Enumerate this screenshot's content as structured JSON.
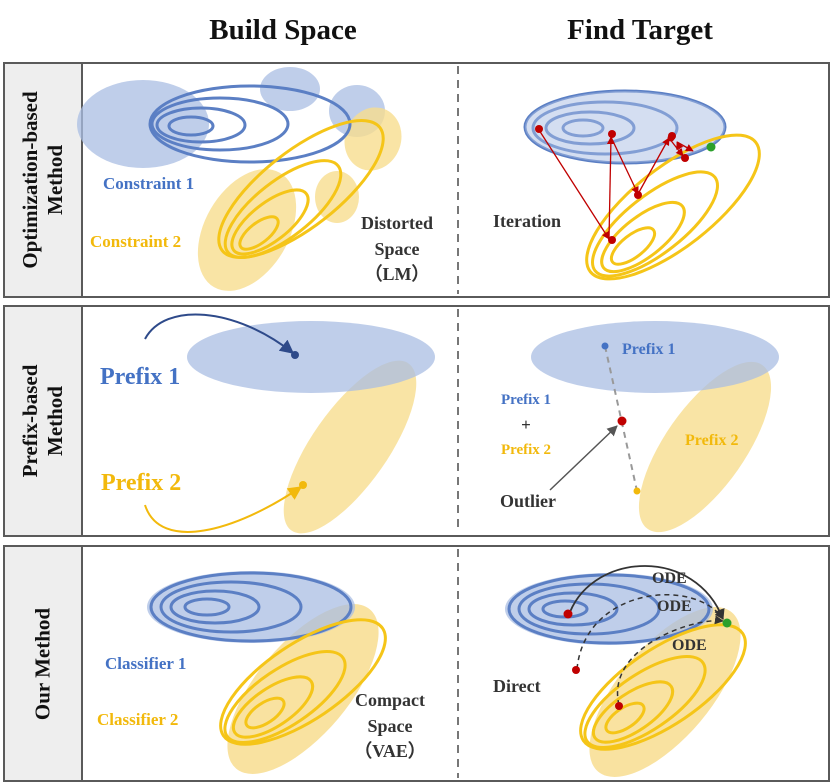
{
  "headers": {
    "build": "Build Space",
    "find": "Find Target"
  },
  "rows": [
    {
      "label_line1": "Optimization-based",
      "label_line2": "Method",
      "build": {
        "constraint1": "Constraint 1",
        "constraint2": "Constraint 2",
        "space_line1": "Distorted",
        "space_line2": "Space",
        "space_line3": "（LM）"
      },
      "find": {
        "iteration": "Iteration"
      }
    },
    {
      "label_line1": "Prefix-based",
      "label_line2": "Method",
      "build": {
        "prefix1": "Prefix 1",
        "prefix2": "Prefix 2"
      },
      "find": {
        "prefix1": "Prefix 1",
        "prefix2": "Prefix 2",
        "mix_line1": "Prefix  1",
        "mix_plus": "+",
        "mix_line2": "Prefix  2",
        "outlier": "Outlier"
      }
    },
    {
      "label_line1": "Our Method",
      "build": {
        "classifier1": "Classifier 1",
        "classifier2": "Classifier 2",
        "space_line1": "Compact",
        "space_line2": "Space",
        "space_line3": "（VAE）"
      },
      "find": {
        "ode1": "ODE",
        "ode2": "ODE",
        "ode3": "ODE",
        "direct": "Direct"
      }
    }
  ],
  "colors": {
    "blue_line": "#5b7fc4",
    "blue_fill": "#aabde3",
    "yellow_line": "#f5c518",
    "yellow_fill": "#f8dd8f",
    "label_blue": "#4472c4",
    "label_yellow": "#f2b90c",
    "red_point": "#c00000",
    "green_point": "#2ca02c",
    "arrow_blue": "#2e4a8a",
    "grey_line": "#999999"
  }
}
